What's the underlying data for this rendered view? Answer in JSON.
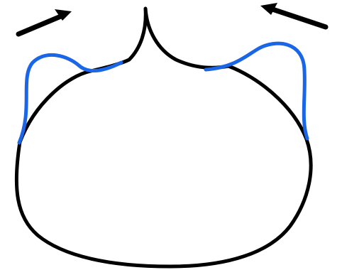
{
  "diagram": {
    "colors": {
      "background": "#ffffff",
      "outline": "#000000",
      "highlight": "#1a66e6",
      "arrow": "#000000"
    },
    "shapes": {
      "main_outline": "closed-cusp-shape",
      "left_highlight": "left-blue-deformation",
      "right_highlight": "right-blue-deformation",
      "left_arrow": "arrow-pointing-up-right",
      "right_arrow": "arrow-pointing-up-left"
    }
  }
}
